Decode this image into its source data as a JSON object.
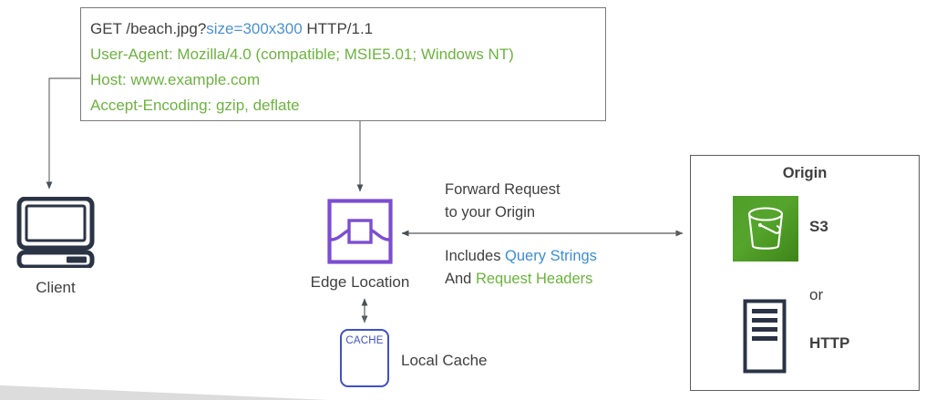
{
  "request_box": {
    "lines": [
      {
        "segments": [
          {
            "text": "GET /beach.jpg?",
            "color": "#3f3f3f"
          },
          {
            "text": "size=300x300",
            "color": "#4a90d9"
          },
          {
            "text": " HTTP/1.1",
            "color": "#3f3f3f"
          }
        ]
      },
      {
        "segments": [
          {
            "text": "User-Agent: Mozilla/4.0 (compatible; MSIE5.01; Windows NT)",
            "color": "#6cb33f"
          }
        ]
      },
      {
        "segments": [
          {
            "text": "Host: www.example.com",
            "color": "#6cb33f"
          }
        ]
      },
      {
        "segments": [
          {
            "text": "Accept-Encoding: gzip, deflate",
            "color": "#6cb33f"
          }
        ]
      }
    ],
    "line1_part1": "GET /beach.jpg?",
    "line1_query": "size=300x300",
    "line1_part2": " HTTP/1.1",
    "line2": "User-Agent: Mozilla/4.0 (compatible; MSIE5.01; Windows NT)",
    "line3": "Host: www.example.com",
    "line4": "Accept-Encoding: gzip, deflate"
  },
  "client": {
    "label": "Client",
    "icon": "desktop-computer-icon"
  },
  "edge": {
    "label": "Edge Location",
    "icon": "cloudfront-edge-icon"
  },
  "cache": {
    "icon_text": "CACHE",
    "label": "Local Cache",
    "icon": "cache-box-icon"
  },
  "annotations": {
    "forward_line1": "Forward Request",
    "forward_line2": "to your Origin",
    "includes_prefix": "Includes ",
    "includes_highlight": "Query Strings",
    "and_prefix": "And ",
    "and_highlight": "Request Headers"
  },
  "origin": {
    "title": "Origin",
    "s3_label": "S3",
    "or_label": "or",
    "http_label": "HTTP",
    "s3_icon": "s3-bucket-icon",
    "http_icon": "http-server-icon"
  },
  "colors": {
    "green": "#6cb33f",
    "blue": "#4a90d9",
    "link_blue": "#3a8fd6",
    "purple": "#7c4dd1",
    "cache_blue": "#4051c4",
    "s3_green": "#55a52c",
    "navy": "#2b3445",
    "arrow_gray": "#6d6d6d",
    "box_border": "#7a7a7a",
    "text": "#3f3f3f"
  }
}
